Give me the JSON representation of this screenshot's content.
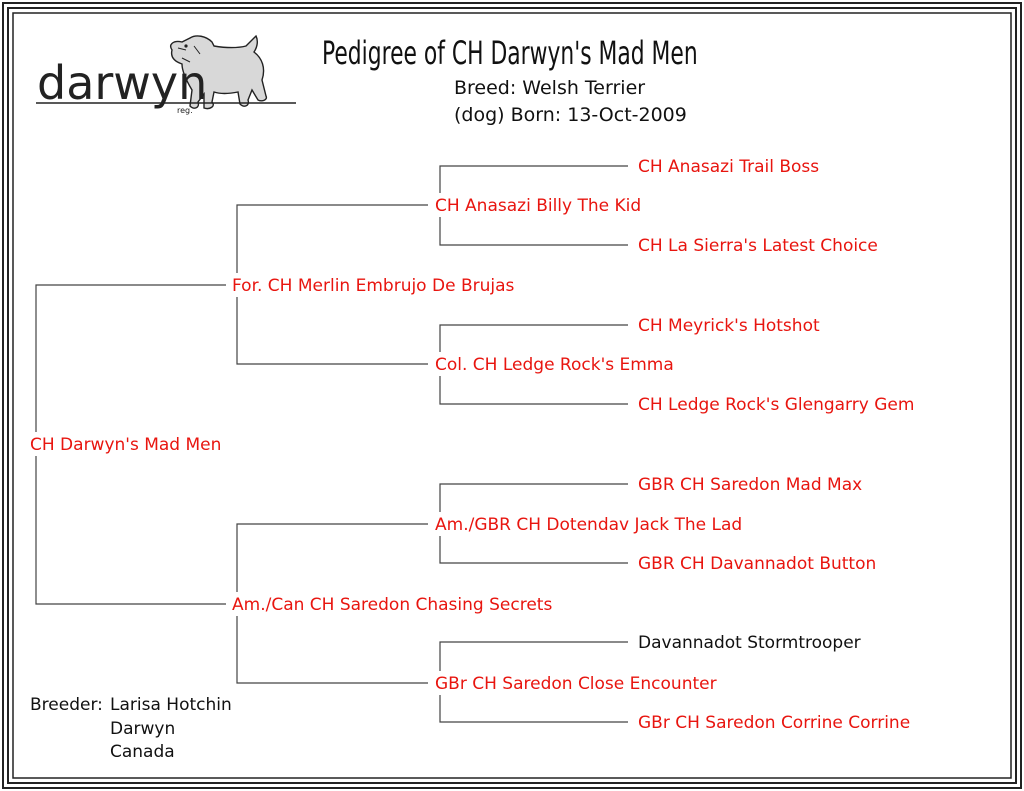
{
  "header": {
    "logo_text": "darwyn",
    "logo_reg": "reg.",
    "title": "Pedigree of CH Darwyn's Mad Men",
    "breed": "Breed: Welsh Terrier",
    "born": "(dog)  Born: 13-Oct-2009"
  },
  "colors": {
    "champion": "#e8150f",
    "plain": "#111111",
    "line": "#444444"
  },
  "pedigree": {
    "subject": "CH Darwyn's Mad Men",
    "sire": "For. CH Merlin Embrujo De Brujas",
    "sire_sire": "CH Anasazi Billy The Kid",
    "sire_sire_sire": "CH Anasazi Trail Boss",
    "sire_sire_dam": "CH La Sierra's Latest Choice",
    "sire_dam": "Col. CH Ledge Rock's Emma",
    "sire_dam_sire": "CH Meyrick's Hotshot",
    "sire_dam_dam": "CH Ledge Rock's Glengarry Gem",
    "dam": "Am./Can CH Saredon Chasing Secrets",
    "dam_sire": "Am./GBR CH Dotendav Jack The Lad",
    "dam_sire_sire": "GBR CH Saredon Mad Max",
    "dam_sire_dam": "GBR CH Davannadot Button",
    "dam_dam": "GBr CH Saredon Close Encounter",
    "dam_dam_sire": "Davannadot Stormtrooper",
    "dam_dam_dam": "GBr CH Saredon Corrine Corrine"
  },
  "breeder": {
    "label": "Breeder:",
    "name": "Larisa Hotchin",
    "kennel": "Darwyn",
    "country": "Canada"
  }
}
